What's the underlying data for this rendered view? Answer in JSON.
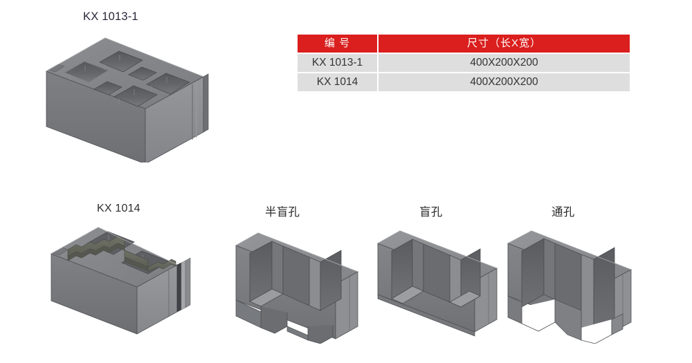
{
  "page": {
    "background_color": "#ffffff",
    "accent_color": "#da1f1e",
    "row_color": "#dedede"
  },
  "headings": {
    "top_block_title": "KX 1013-1"
  },
  "spec_table": {
    "headers": [
      "编  号",
      "尺寸（长X宽）"
    ],
    "rows": [
      {
        "code": "KX 1013-1",
        "size": "400X200X200"
      },
      {
        "code": "KX 1014",
        "size": "400X200X200"
      }
    ]
  },
  "bottom_labels": {
    "block_1014": "KX 1014",
    "half_blind_hole": "半盲孔",
    "blind_hole": "盲孔",
    "through_hole": "通孔"
  },
  "artwork": {
    "block_1013": "concrete-block-six-hole-isometric",
    "block_1014": "concrete-block-insulated-zigzag-isometric",
    "half_blind": "half-blind-hole-block-isometric",
    "blind": "blind-hole-block-isometric",
    "through": "through-hole-block-isometric"
  }
}
